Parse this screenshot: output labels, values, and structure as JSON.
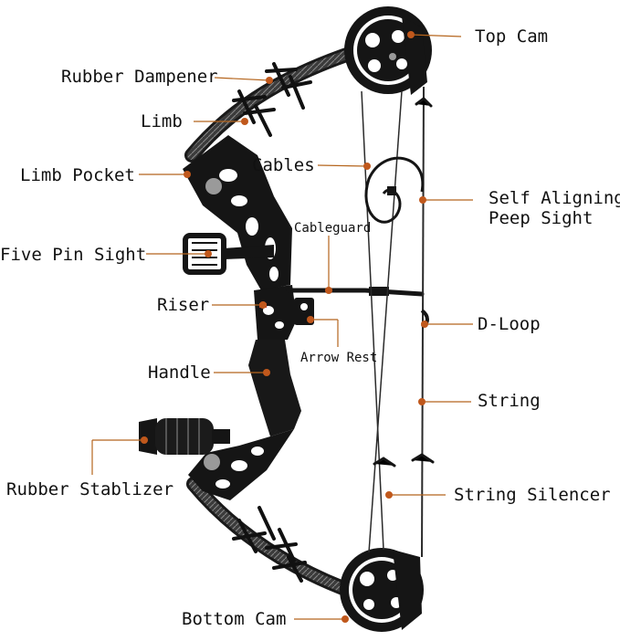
{
  "diagram": {
    "labels": {
      "top_cam": "Top Cam",
      "rubber_dampener": "Rubber Dampener",
      "limb": "Limb",
      "cables": "Cables",
      "self_aligning_peep_sight_line1": "Self Aligning",
      "self_aligning_peep_sight_line2": "Peep Sight",
      "limb_pocket": "Limb Pocket",
      "cableguard": "Cableguard",
      "five_pin_sight": "Five Pin Sight",
      "riser": "Riser",
      "d_loop": "D-Loop",
      "arrow_rest": "Arrow Rest",
      "handle": "Handle",
      "string": "String",
      "rubber_stabilizer": "Rubber Stablizer",
      "string_silencer": "String Silencer",
      "bottom_cam": "Bottom Cam"
    },
    "colors": {
      "leader_line": "#b5651d",
      "marker_dot": "#c0581c",
      "bow_body": "#151515",
      "limb_gray": "#4a4a4a",
      "string_color": "#2a2a2a",
      "label_text": "#111111"
    }
  }
}
